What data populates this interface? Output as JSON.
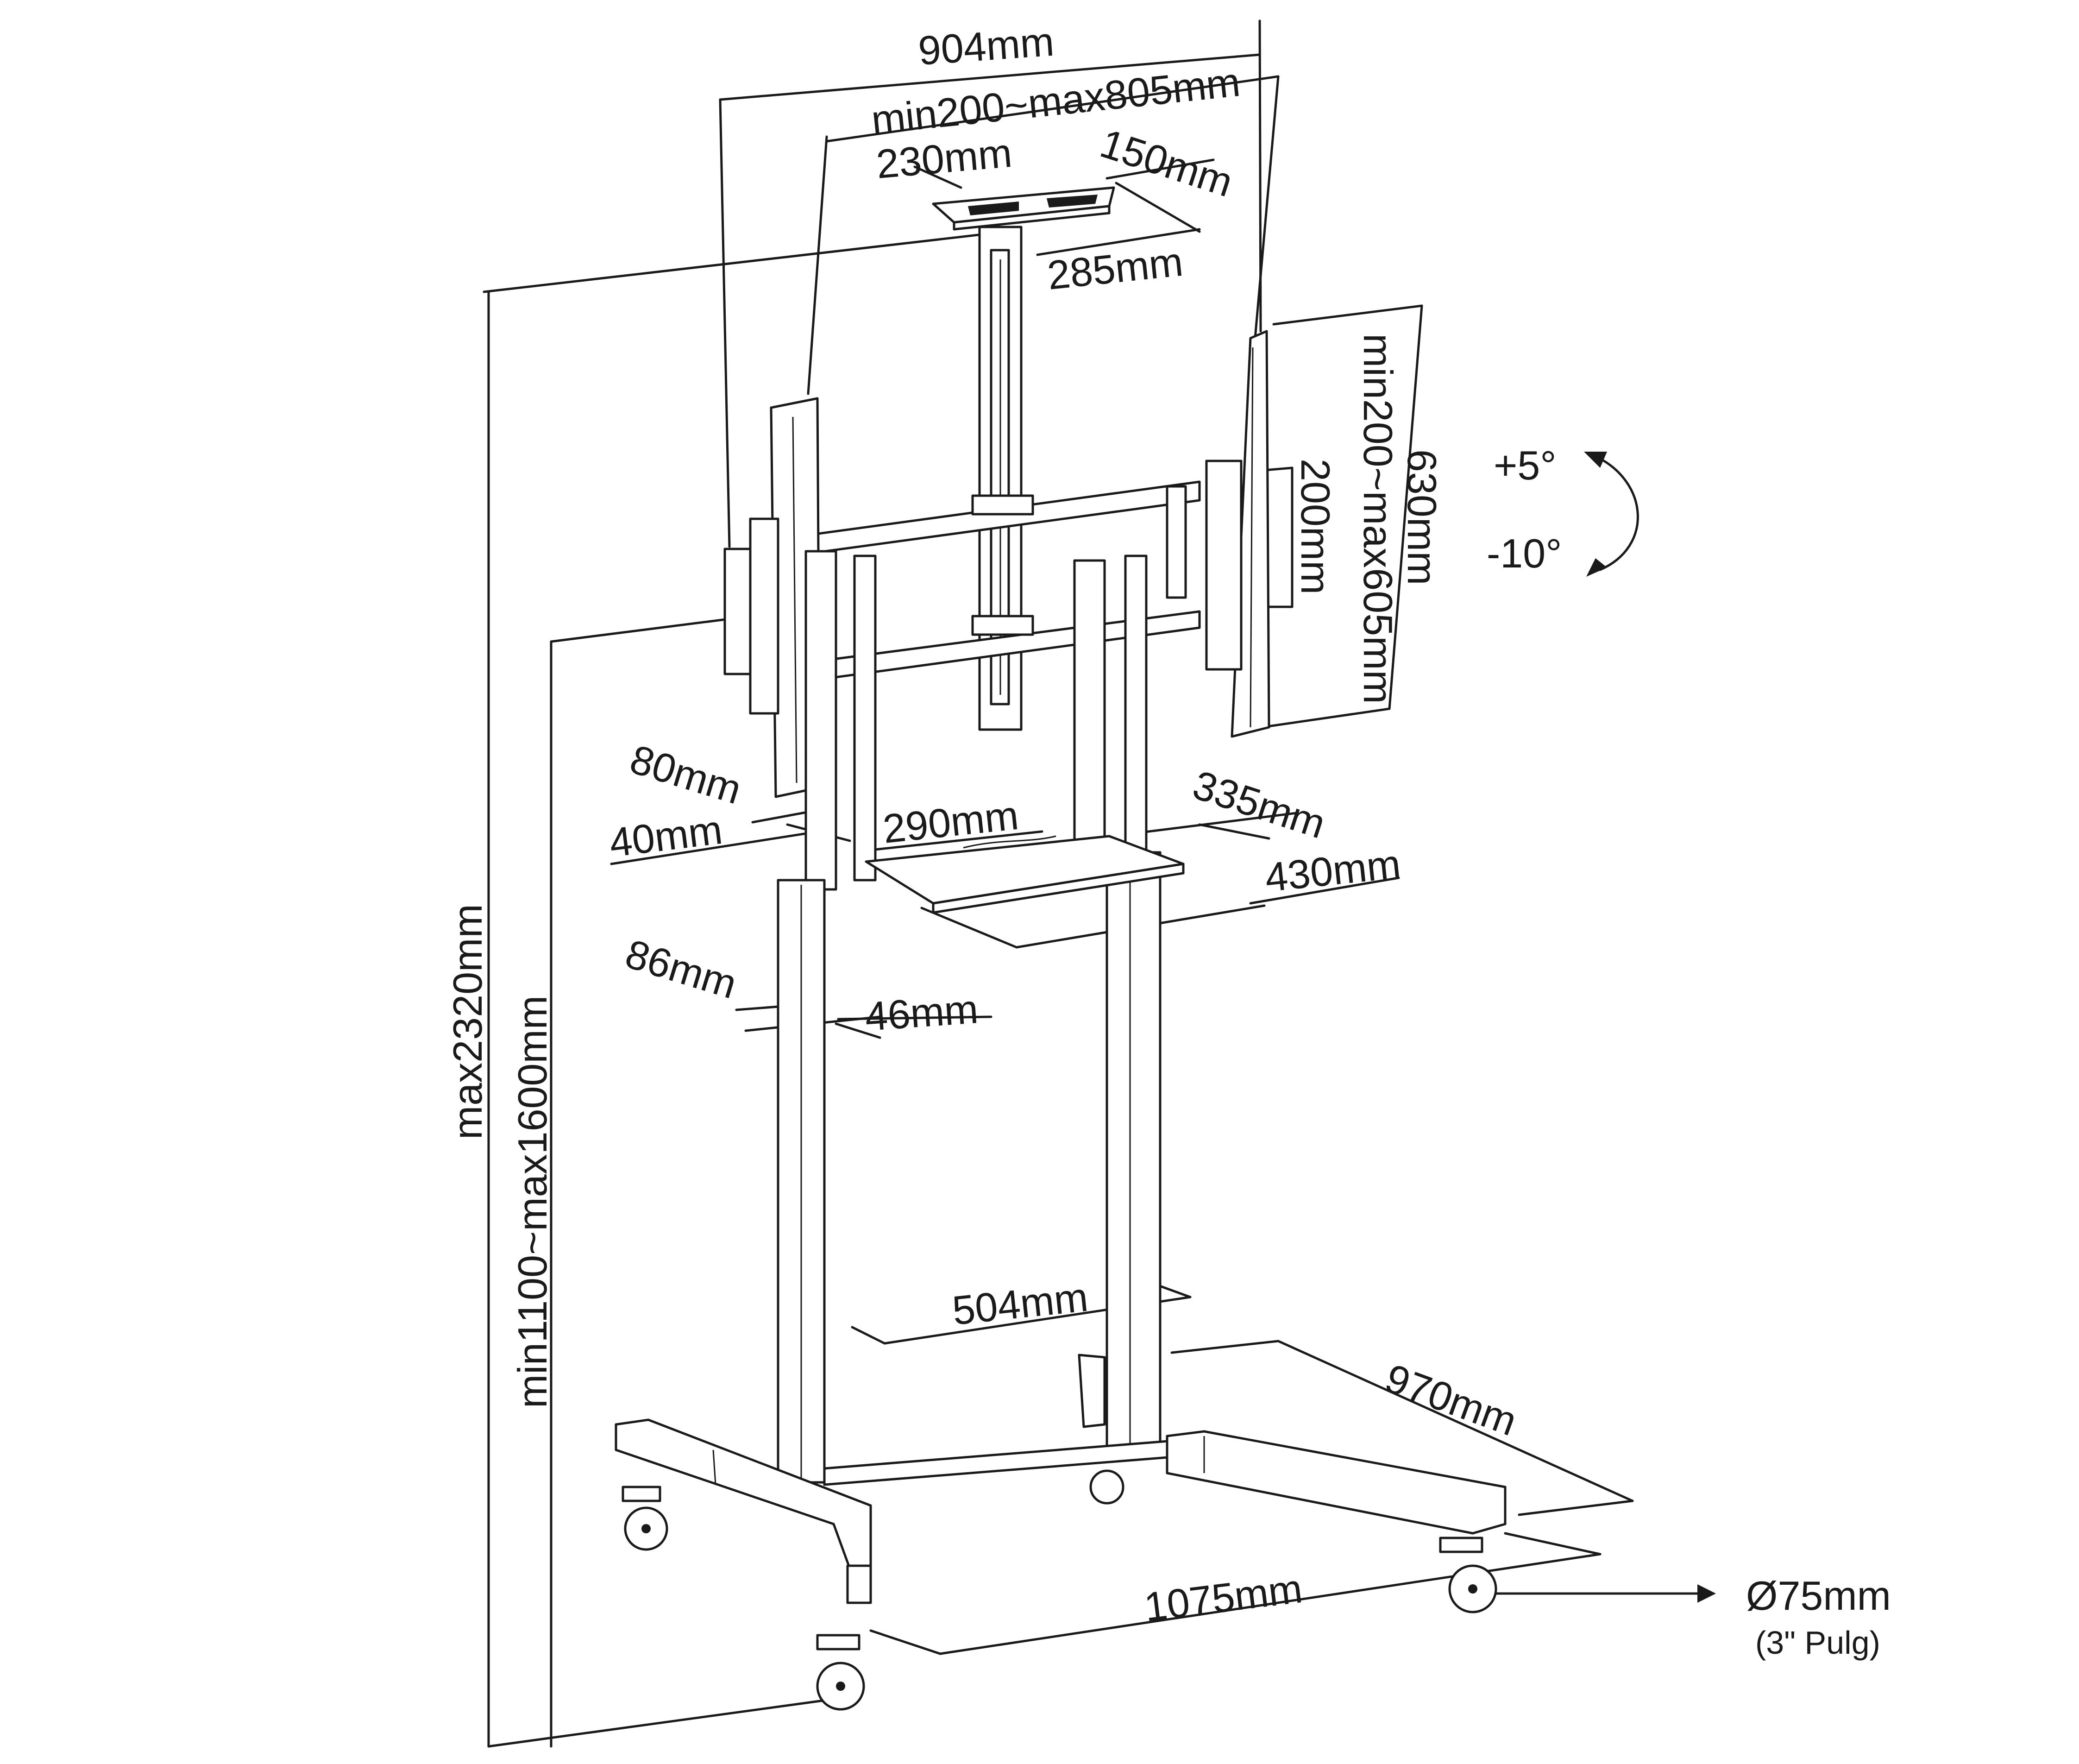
{
  "dimensions": {
    "overall_width": "904mm",
    "vesa_width_range": "min200~max805mm",
    "camera_tray_width": "230mm",
    "camera_tray_depth": "150mm",
    "camera_tray_offset": "285mm",
    "vesa_height_range": "min200~max605mm",
    "bracket_length": "630mm",
    "bracket_spacing": "200mm",
    "tilt_up": "+5°",
    "tilt_down": "-10°",
    "upper_column_depth": "80mm",
    "upper_column_width": "40mm",
    "shelf_width": "290mm",
    "shelf_depth": "335mm",
    "shelf_length": "430mm",
    "lower_column_depth": "86mm",
    "lower_column_width": "46mm",
    "column_spacing": "504mm",
    "base_depth": "970mm",
    "base_width": "1075mm",
    "max_height": "max2320mm",
    "height_range": "min1100~max1600mm",
    "caster_size": "Ø75mm",
    "caster_size_imperial": "(3\" Pulg)"
  }
}
